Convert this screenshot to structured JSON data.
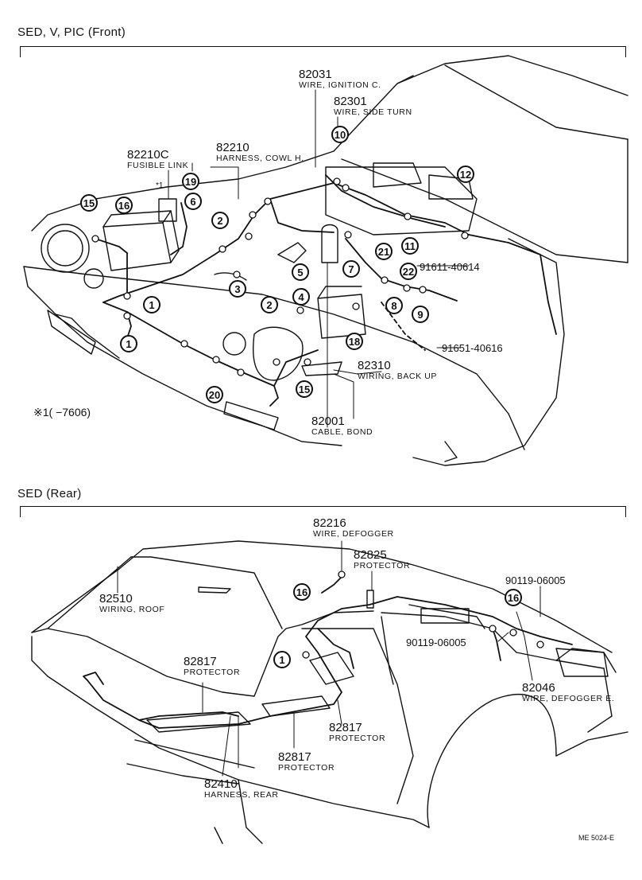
{
  "sections": {
    "front_title": "SED, V, PIC (Front)",
    "rear_title": "SED (Rear)"
  },
  "front_labels": {
    "l82031": {
      "pn": "82031",
      "desc": "WIRE, IGNITION C."
    },
    "l82301": {
      "pn": "82301",
      "desc": "WIRE, SIDE TURN"
    },
    "l82210c": {
      "pn": "82210C",
      "desc": "FUSIBLE  LINK"
    },
    "l82210": {
      "pn": "82210",
      "desc": "HARNESS, COWL H."
    },
    "l82310": {
      "pn": "82310",
      "desc": "WIRING, BACK UP"
    },
    "l82001": {
      "pn": "82001",
      "desc": "CABLE, BOND"
    }
  },
  "front_part_numbers": {
    "p9161140614": "91611-40614",
    "p9165140616": "91651-40616"
  },
  "front_callouts": {
    "c10": "10",
    "c12": "12",
    "c19": "19",
    "c6": "6",
    "c15a": "15",
    "c16": "16",
    "c2a": "2",
    "c1a": "1",
    "c1b": "1",
    "c3": "3",
    "c5": "5",
    "c4": "4",
    "c7": "7",
    "c21": "21",
    "c11": "11",
    "c22": "22",
    "c8": "8",
    "c9": "9",
    "c2b": "2",
    "c18": "18",
    "c15b": "15",
    "c20": "20"
  },
  "front_marks": {
    "star1": "*1"
  },
  "front_note": "※1(       −7606)",
  "rear_labels": {
    "l82216": {
      "pn": "82216",
      "desc": "WIRE, DEFOGGER"
    },
    "l82825": {
      "pn": "82825",
      "desc": "PROTECTOR"
    },
    "l82510": {
      "pn": "82510",
      "desc": "WIRING, ROOF"
    },
    "l82817a": {
      "pn": "82817",
      "desc": "PROTECTOR"
    },
    "l82817b": {
      "pn": "82817",
      "desc": "PROTECTOR"
    },
    "l82817c": {
      "pn": "82817",
      "desc": "PROTECTOR"
    },
    "l82046": {
      "pn": "82046",
      "desc": "WIRE, DEFOGGER E."
    },
    "l82410": {
      "pn": "82410",
      "desc": "HARNESS, REAR"
    }
  },
  "rear_part_numbers": {
    "p9011906005a": "90119-06005",
    "p9011906005b": "90119-06005"
  },
  "rear_callouts": {
    "c16a": "16",
    "c16b": "16",
    "c1": "1"
  },
  "footer_code": "ME 5024-E"
}
